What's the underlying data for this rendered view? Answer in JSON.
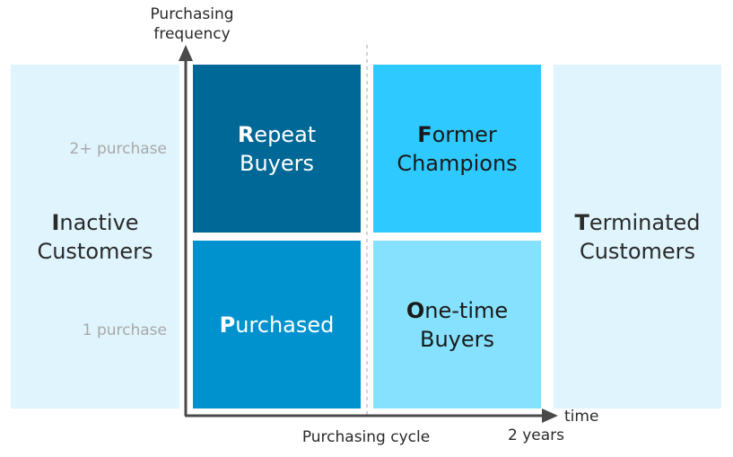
{
  "axes": {
    "y_label_line1": "Purchasing",
    "y_label_line2": "frequency",
    "x_label": "Purchasing cycle",
    "x_end_label": "time",
    "x_tick": "2 years"
  },
  "y_ticks": {
    "high": "2+ purchase",
    "low": "1 purchase"
  },
  "segments": {
    "inactive": {
      "initial": "I",
      "line1_rest": "nactive",
      "line2": "Customers"
    },
    "repeat": {
      "initial": "R",
      "line1_rest": "epeat",
      "line2": "Buyers"
    },
    "former": {
      "initial": "F",
      "line1_rest": "ormer",
      "line2": "Champions"
    },
    "purchased": {
      "initial": "P",
      "line1_rest": "urchased"
    },
    "onetime": {
      "initial": "O",
      "line1_rest": "ne-time",
      "line2": "Buyers"
    },
    "terminated": {
      "initial": "T",
      "line1_rest": "erminated",
      "line2": "Customers"
    }
  },
  "colors": {
    "repeat": "#006896",
    "former": "#2ecaff",
    "purchased": "#0092cf",
    "onetime": "#86e1fe",
    "side": "#dff4fc",
    "axis": "#4a4a4a"
  }
}
